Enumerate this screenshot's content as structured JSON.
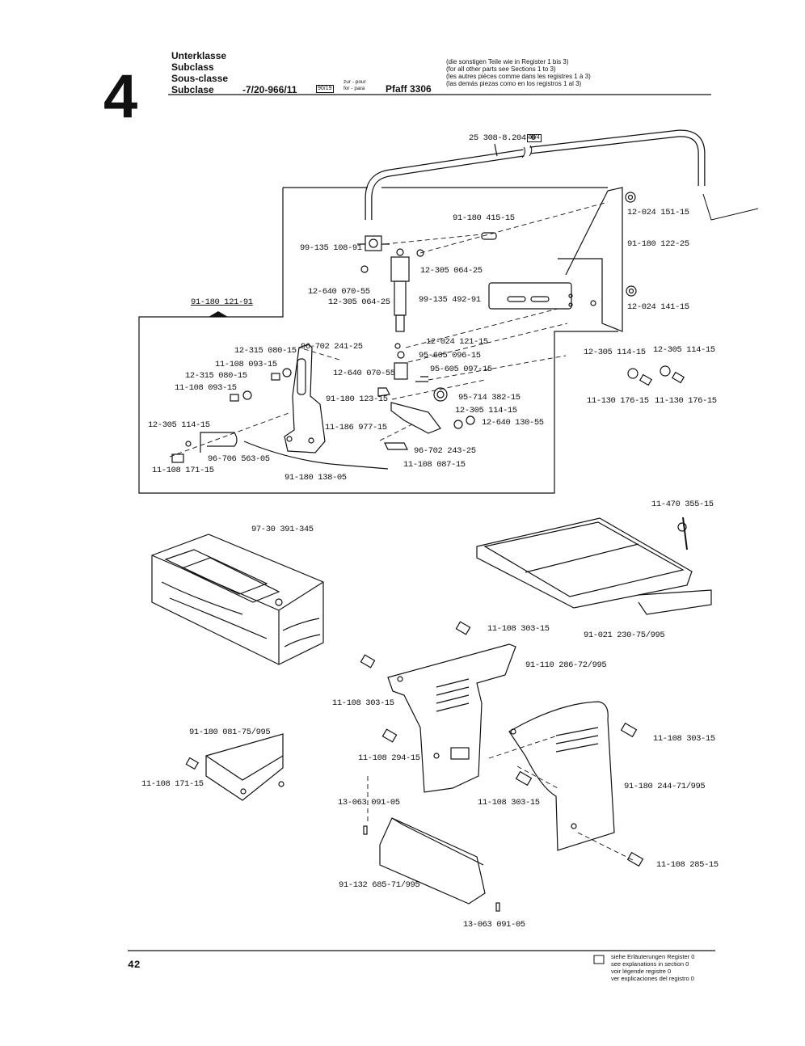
{
  "header": {
    "section_number": "4",
    "class_labels": [
      "Unterklasse",
      "Subclass",
      "Sous-classe",
      "Subclase"
    ],
    "class_code": "-7/20-966/11",
    "class_ref": "90/19",
    "zur_pour": "zur - pour",
    "for_para": "for - para",
    "machine": "Pfaff 3306",
    "notes": [
      "(die sonstigen Teile wie in Register 1 bis 3)",
      "(for all other parts see Sections 1 to 3)",
      "(les autres pièces comme dans les registres 1 à 3)",
      "(las demás piezas como en los registros 1 al 3)"
    ]
  },
  "parts": {
    "p01": "25 308-8.204-0",
    "p01_ref": "96/4",
    "p02": "91-180 415-15",
    "p03": "12-024 151-15",
    "p04": "99-135 108-91",
    "p05": "91-180 122-25",
    "p06": "12-305 064-25",
    "p07": "12-640 070-55",
    "p08": "12-305 064-25",
    "p09": "99-135 492-91",
    "p10": "12-024 141-15",
    "p11": "91-180 121-91",
    "p12": "12-315 080-15",
    "p13": "96-702 241-25",
    "p14": "12-024 121-15",
    "p15": "11-108 093-15",
    "p16": "95-605 096-15",
    "p17": "12-315 080-15",
    "p18": "12-640 070-55",
    "p19": "95-605 097-15",
    "p20": "11-108 093-15",
    "p21": "91-180 123-15",
    "p22": "95-714 382-15",
    "p23": "12-305 114-15",
    "p24": "12-305 114-15",
    "p25": "12-305 114-15",
    "p26": "12-640 130-55",
    "p27": "11-186 977-15",
    "p28": "12-305 114-15",
    "p29": "96-702 243-25",
    "p30": "96-706 563-05",
    "p31": "11-108 087-15",
    "p32": "11-108 171-15",
    "p33": "91-180 138-05",
    "p34": "11-130 176-15",
    "p35": "11-130 176-15",
    "p36": "11-470 355-15",
    "p37": "97-30 391-345",
    "p38": "91-021 230-75/995",
    "p39": "11-108 303-15",
    "p40": "91-110 286-72/995",
    "p41": "11-108 303-15",
    "p42": "91-180 081-75/995",
    "p43": "11-108 294-15",
    "p44": "11-108 303-15",
    "p45": "11-108 171-15",
    "p46": "91-180 244-71/995",
    "p47": "13-063 091-05",
    "p48": "11-108 303-15",
    "p49": "91-132 685-71/995",
    "p50": "11-108 285-15",
    "p51": "13-063 091-05"
  },
  "footer": {
    "page_number": "42",
    "legend": [
      "siehe Erläuterungen Register 0",
      "see explanations in section 0",
      "voir légende registre 0",
      "ver explicaciones del registro 0"
    ]
  }
}
